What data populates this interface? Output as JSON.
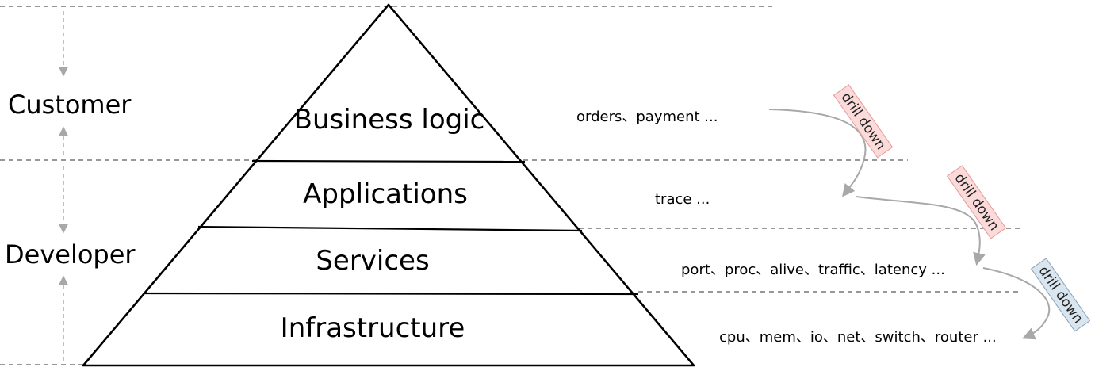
{
  "roles": {
    "customer": "Customer",
    "developer": "Developer"
  },
  "layers": {
    "business": "Business logic",
    "applications": "Applications",
    "services": "Services",
    "infrastructure": "Infrastructure"
  },
  "metrics": {
    "business": "orders、payment ...",
    "applications": "trace ...",
    "services": "port、proc、alive、traffic、latency ...",
    "infrastructure": "cpu、mem、io、net、switch、router ..."
  },
  "drill_labels": [
    "drill down",
    "drill down",
    "drill down"
  ],
  "colors": {
    "line": "#000000",
    "dashed": "#777777",
    "arrow": "#b0b0b0",
    "tag_red_bg": "#fbdada",
    "tag_blue_bg": "#d9e5ef"
  }
}
